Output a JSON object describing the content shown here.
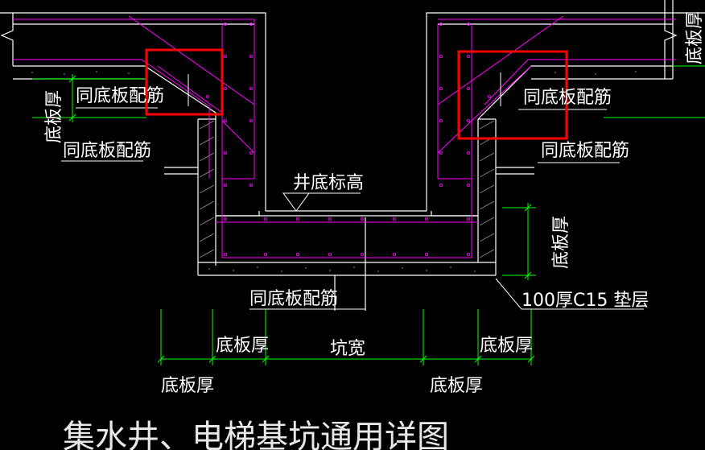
{
  "drawing": {
    "title": "集水井、电梯基坑通用详图",
    "labels": {
      "same_as_slab_rebar": "同底板配筋",
      "slab_thickness": "底板厚",
      "pit_bottom_elevation": "井底标高",
      "pit_width": "坑宽",
      "cushion_layer": "100厚C15 垫层"
    },
    "colors": {
      "background": "#000000",
      "structure_line": "#ffffff",
      "rebar": "#ff00ff",
      "dimension": "#00ff00",
      "highlight_box": "#ff0000",
      "text": "#ffffff"
    }
  }
}
